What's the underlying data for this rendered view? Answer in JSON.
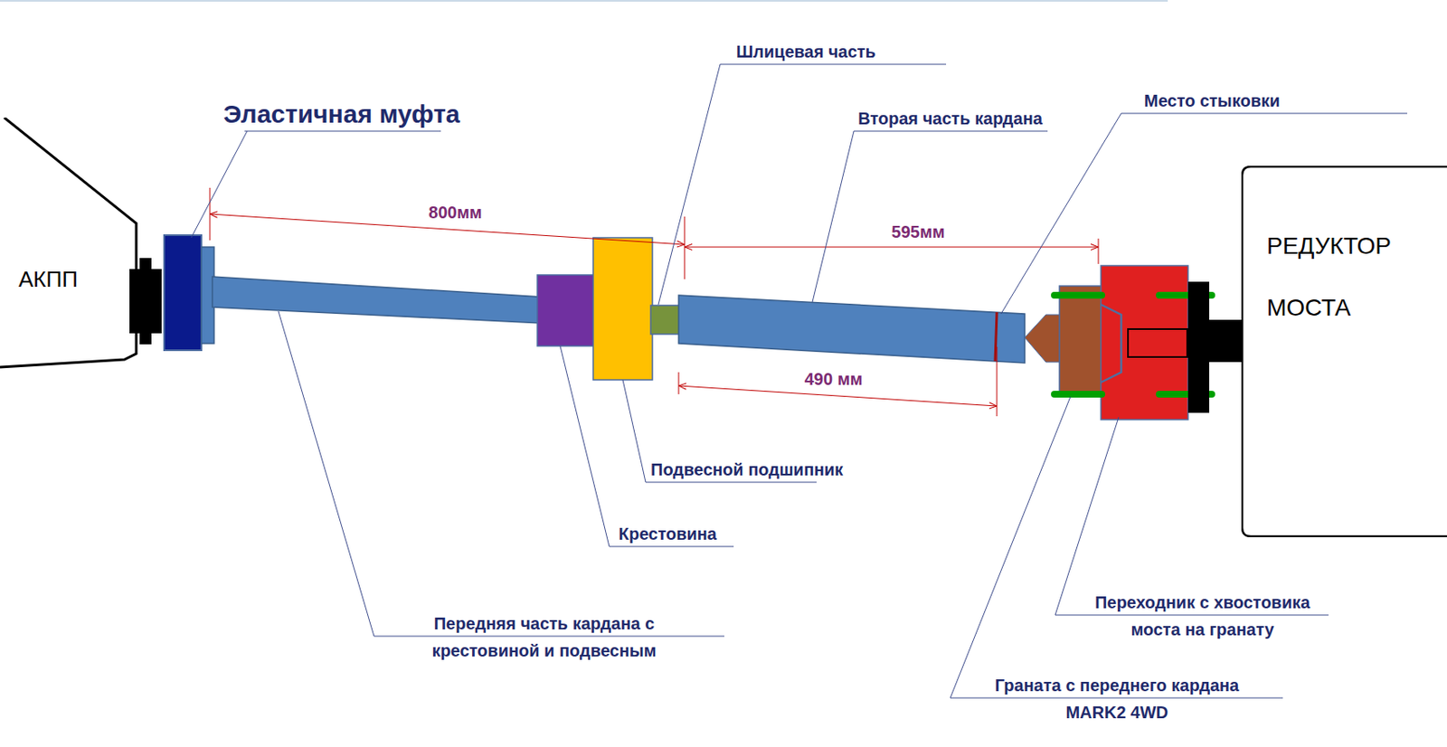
{
  "diagram": {
    "nodes": [
      {
        "text": [
          "АКПП"
        ]
      },
      {
        "text": [
          "РЕДУКТОР МОСТА"
        ]
      }
    ],
    "labels": [
      "Эластичная муфта",
      "800мм",
      "Шлицевая часть",
      "Вторая часть кардана",
      "595мм",
      "Место стыковки",
      "490 мм",
      "Подвесной подшипник",
      "Крестовина",
      "Передняя часть кардана с крестовиной и подвесным",
      "Граната с переднего кардана MARK2 4WD",
      "Переходник с хвостовика моста на гранату"
    ]
  }
}
